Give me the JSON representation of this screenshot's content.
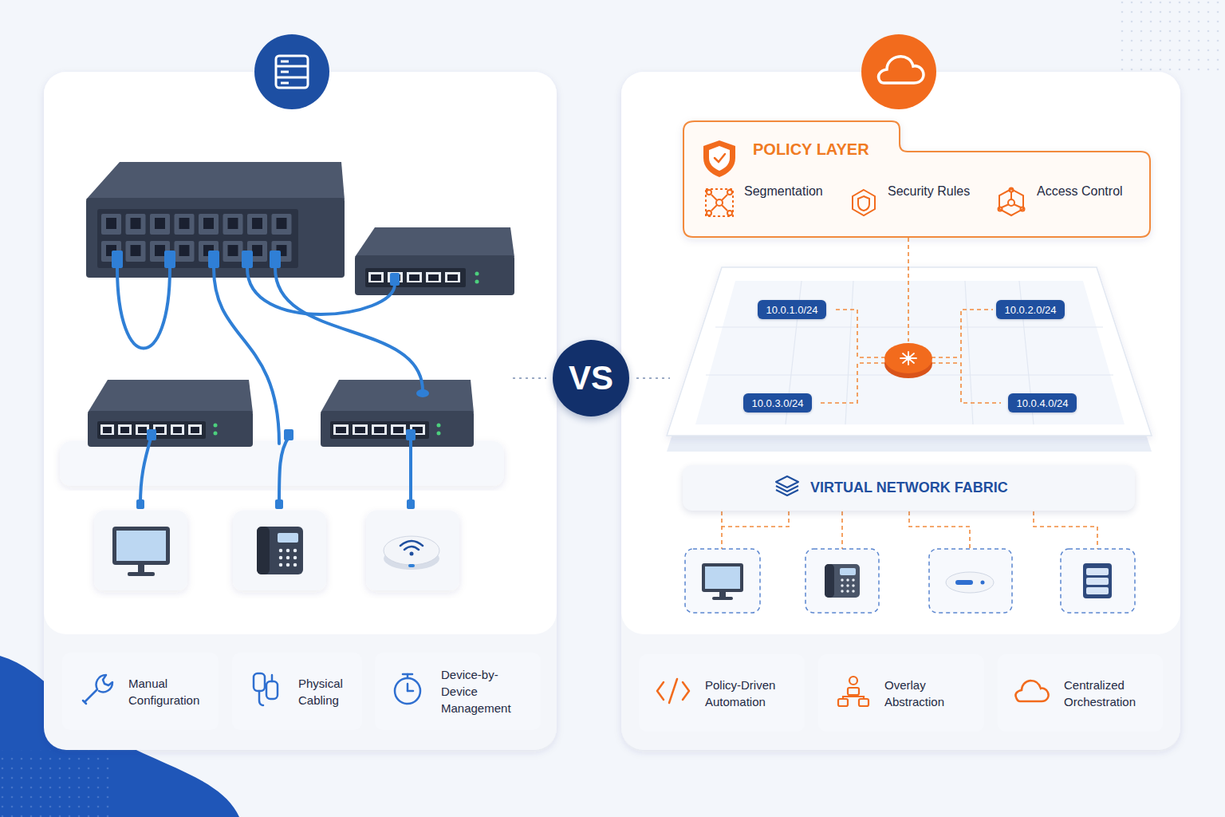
{
  "diagram": {
    "nodes": [
      {
        "text": [
          "POLICY LAYER",
          "Segmentation",
          "Security Rules",
          "Access Control"
        ]
      },
      {
        "text": [
          "10.0.1.0/24"
        ]
      },
      {
        "text": [
          "10.0.2.0/24"
        ]
      },
      {
        "text": [
          "VS"
        ]
      },
      {
        "text": [
          "10.0.3.0/24"
        ]
      },
      {
        "text": [
          "10.0.4.0/24"
        ]
      },
      {
        "text": [
          "VIRTUAL NETWORK FABRIC"
        ]
      },
      {
        "text": [
          "Manual Configuration"
        ]
      },
      {
        "text": [
          "Physical Cabling"
        ]
      },
      {
        "text": [
          "Device-by-Device Management"
        ]
      },
      {
        "text": [
          "Policy-Driven Automation"
        ]
      },
      {
        "text": [
          "Overlay Abstraction"
        ]
      },
      {
        "text": [
          "Centralized Orchestration"
        ]
      }
    ]
  }
}
